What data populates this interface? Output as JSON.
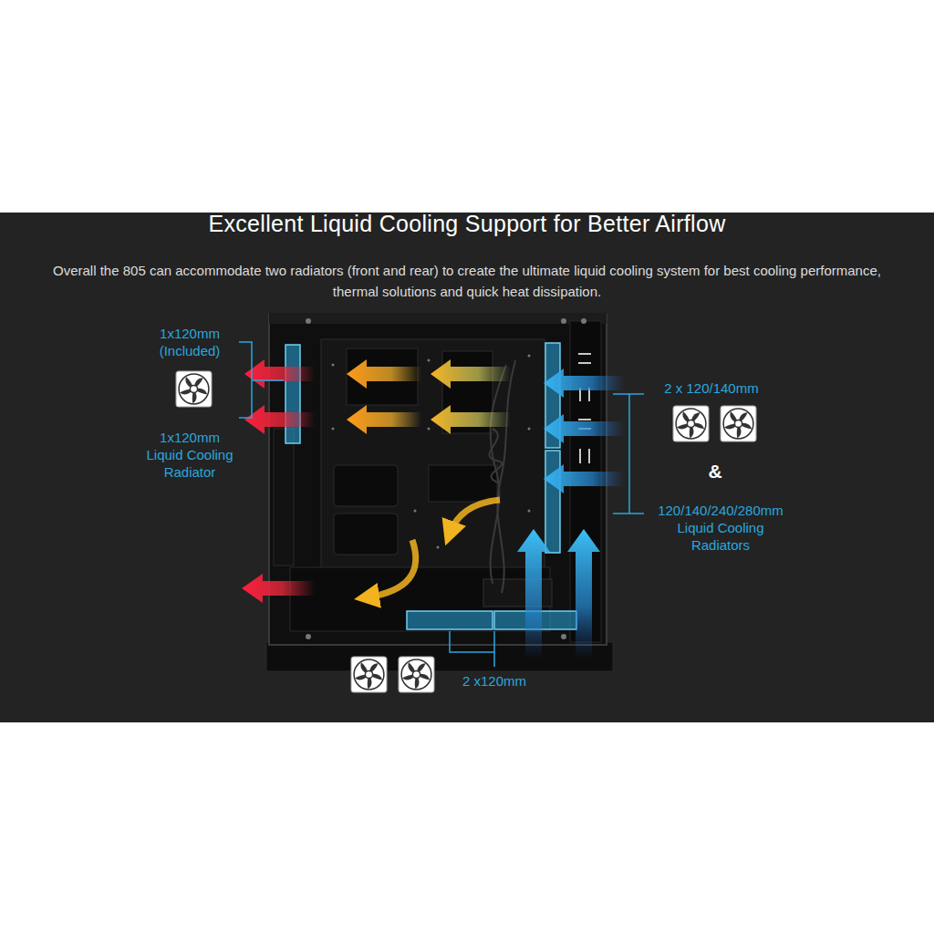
{
  "diagram": {
    "title": "Excellent Liquid Cooling Support for Better Airflow",
    "caption": "Overall the 805 can accommodate two radiators (front and rear) to create the ultimate liquid cooling system for best cooling performance, thermal solutions and quick heat dissipation.",
    "labels": [
      "1x120mm (Included)",
      "1x120mm Liquid Cooling Radiator",
      "2 x 120/140mm",
      "&",
      "120/140/240/280mm Liquid Cooling Radiators",
      "2 x120mm"
    ]
  }
}
